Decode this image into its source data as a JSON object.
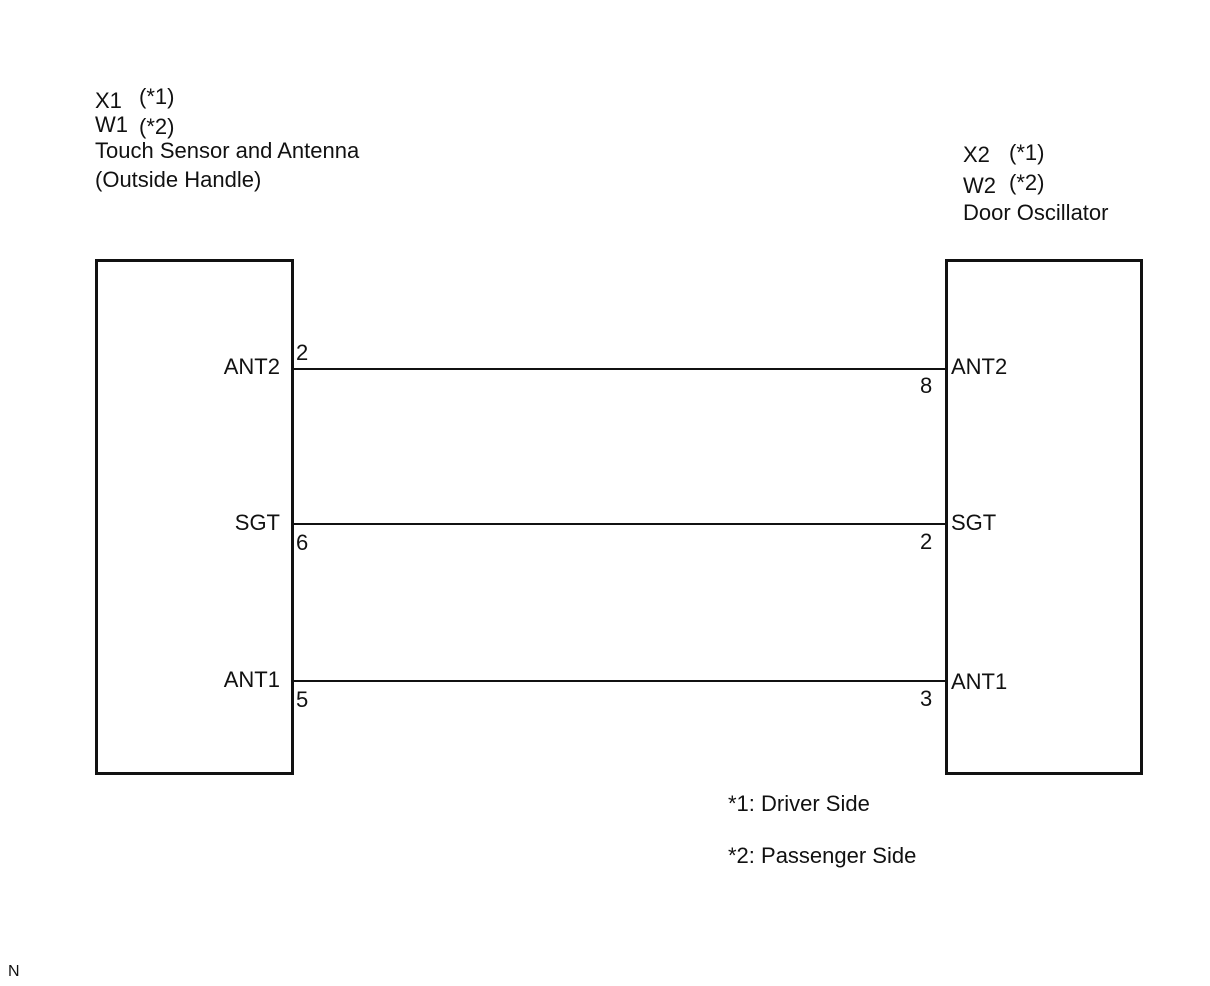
{
  "left_connector": {
    "code_driver": "X1",
    "code_driver_note": "(*1)",
    "code_passenger": "W1",
    "code_passenger_note": "(*2)",
    "name_line1": "Touch Sensor and Antenna",
    "name_line2": "(Outside Handle)"
  },
  "right_connector": {
    "code_driver": "X2",
    "code_driver_note": "(*1)",
    "code_passenger": "W2",
    "code_passenger_note": "(*2)",
    "name": "Door Oscillator"
  },
  "wires": [
    {
      "left_signal": "ANT2",
      "left_pin": "2",
      "right_pin": "8",
      "right_signal": "ANT2"
    },
    {
      "left_signal": "SGT",
      "left_pin": "6",
      "right_pin": "2",
      "right_signal": "SGT"
    },
    {
      "left_signal": "ANT1",
      "left_pin": "5",
      "right_pin": "3",
      "right_signal": "ANT1"
    }
  ],
  "notes": {
    "note1": "*1: Driver Side",
    "note2": "*2: Passenger Side"
  },
  "corner_mark": "N"
}
